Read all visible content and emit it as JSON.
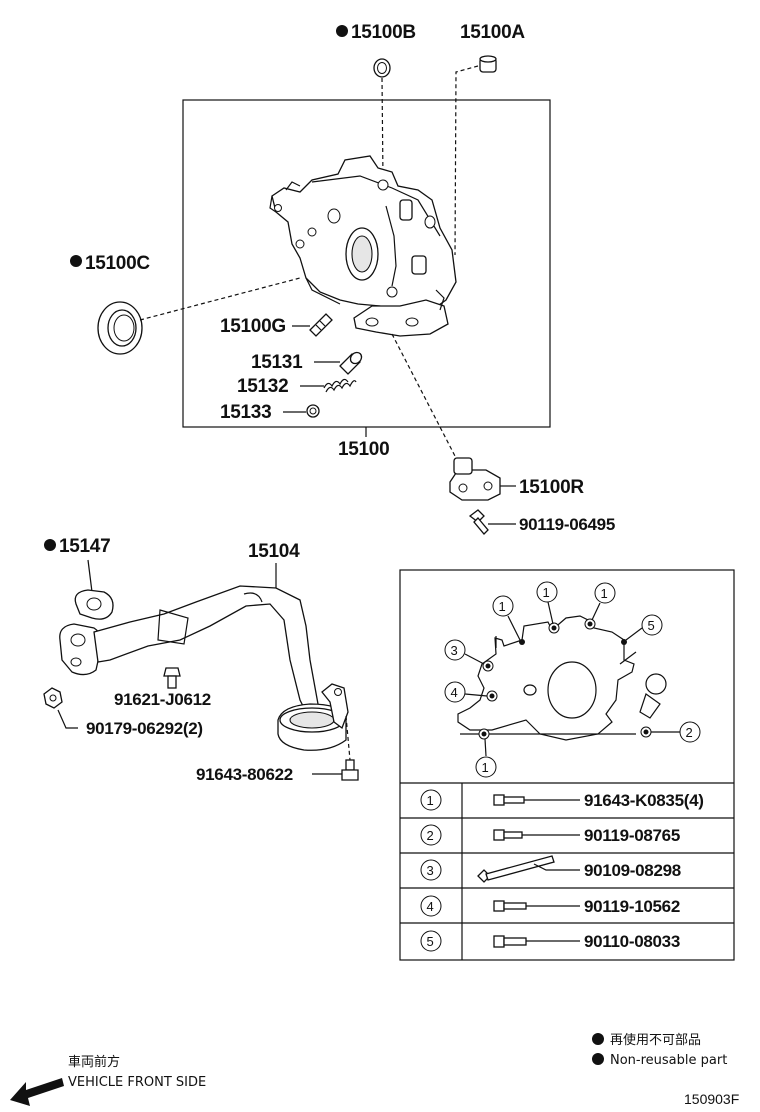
{
  "parts": {
    "p15100B": "15100B",
    "p15100A": "15100A",
    "p15100C": "15100C",
    "p15100G": "15100G",
    "p15131": "15131",
    "p15132": "15132",
    "p15133": "15133",
    "p15100": "15100",
    "p15100R": "15100R",
    "p90119_06495": "90119-06495",
    "p15147": "15147",
    "p15104": "15104",
    "p91621_J0612": "91621-J0612",
    "p90179_06292": "90179-06292(2)",
    "p91643_80622": "91643-80622"
  },
  "bolt_diagram": {
    "markers": [
      "1",
      "1",
      "1",
      "5",
      "3",
      "4",
      "2",
      "1"
    ]
  },
  "bolt_table": {
    "rows": [
      {
        "num": "1",
        "part": "91643-K0835(4)"
      },
      {
        "num": "2",
        "part": "90119-08765"
      },
      {
        "num": "3",
        "part": "90109-08298"
      },
      {
        "num": "4",
        "part": "90119-10562"
      },
      {
        "num": "5",
        "part": "90110-08033"
      }
    ]
  },
  "legend": {
    "jp": "再使用不可部品",
    "en": "Non-reusable part"
  },
  "direction": {
    "jp": "車両前方",
    "en": "VEHICLE FRONT SIDE"
  },
  "ref_code": "150903F",
  "colors": {
    "ink": "#111111",
    "background": "#ffffff"
  }
}
